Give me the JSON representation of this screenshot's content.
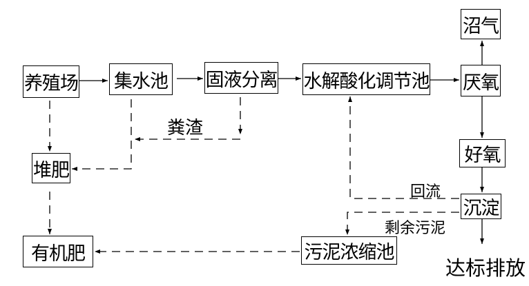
{
  "nodes": {
    "farm": "养殖场",
    "collection_tank": "集水池",
    "solid_liquid_separation": "固液分离",
    "hydrolysis_tank": "水解酸化调节池",
    "anaerobic": "厌氧",
    "biogas": "沼气",
    "aerobic": "好氧",
    "sedimentation": "沉淀",
    "composting": "堆肥",
    "organic_fertilizer": "有机肥",
    "sludge_thickener": "污泥浓缩池"
  },
  "labels": {
    "manure_residue": "粪渣",
    "reflux": "回流",
    "excess_sludge": "剩余污泥",
    "discharge": "达标排放"
  },
  "line_color": "#000000"
}
